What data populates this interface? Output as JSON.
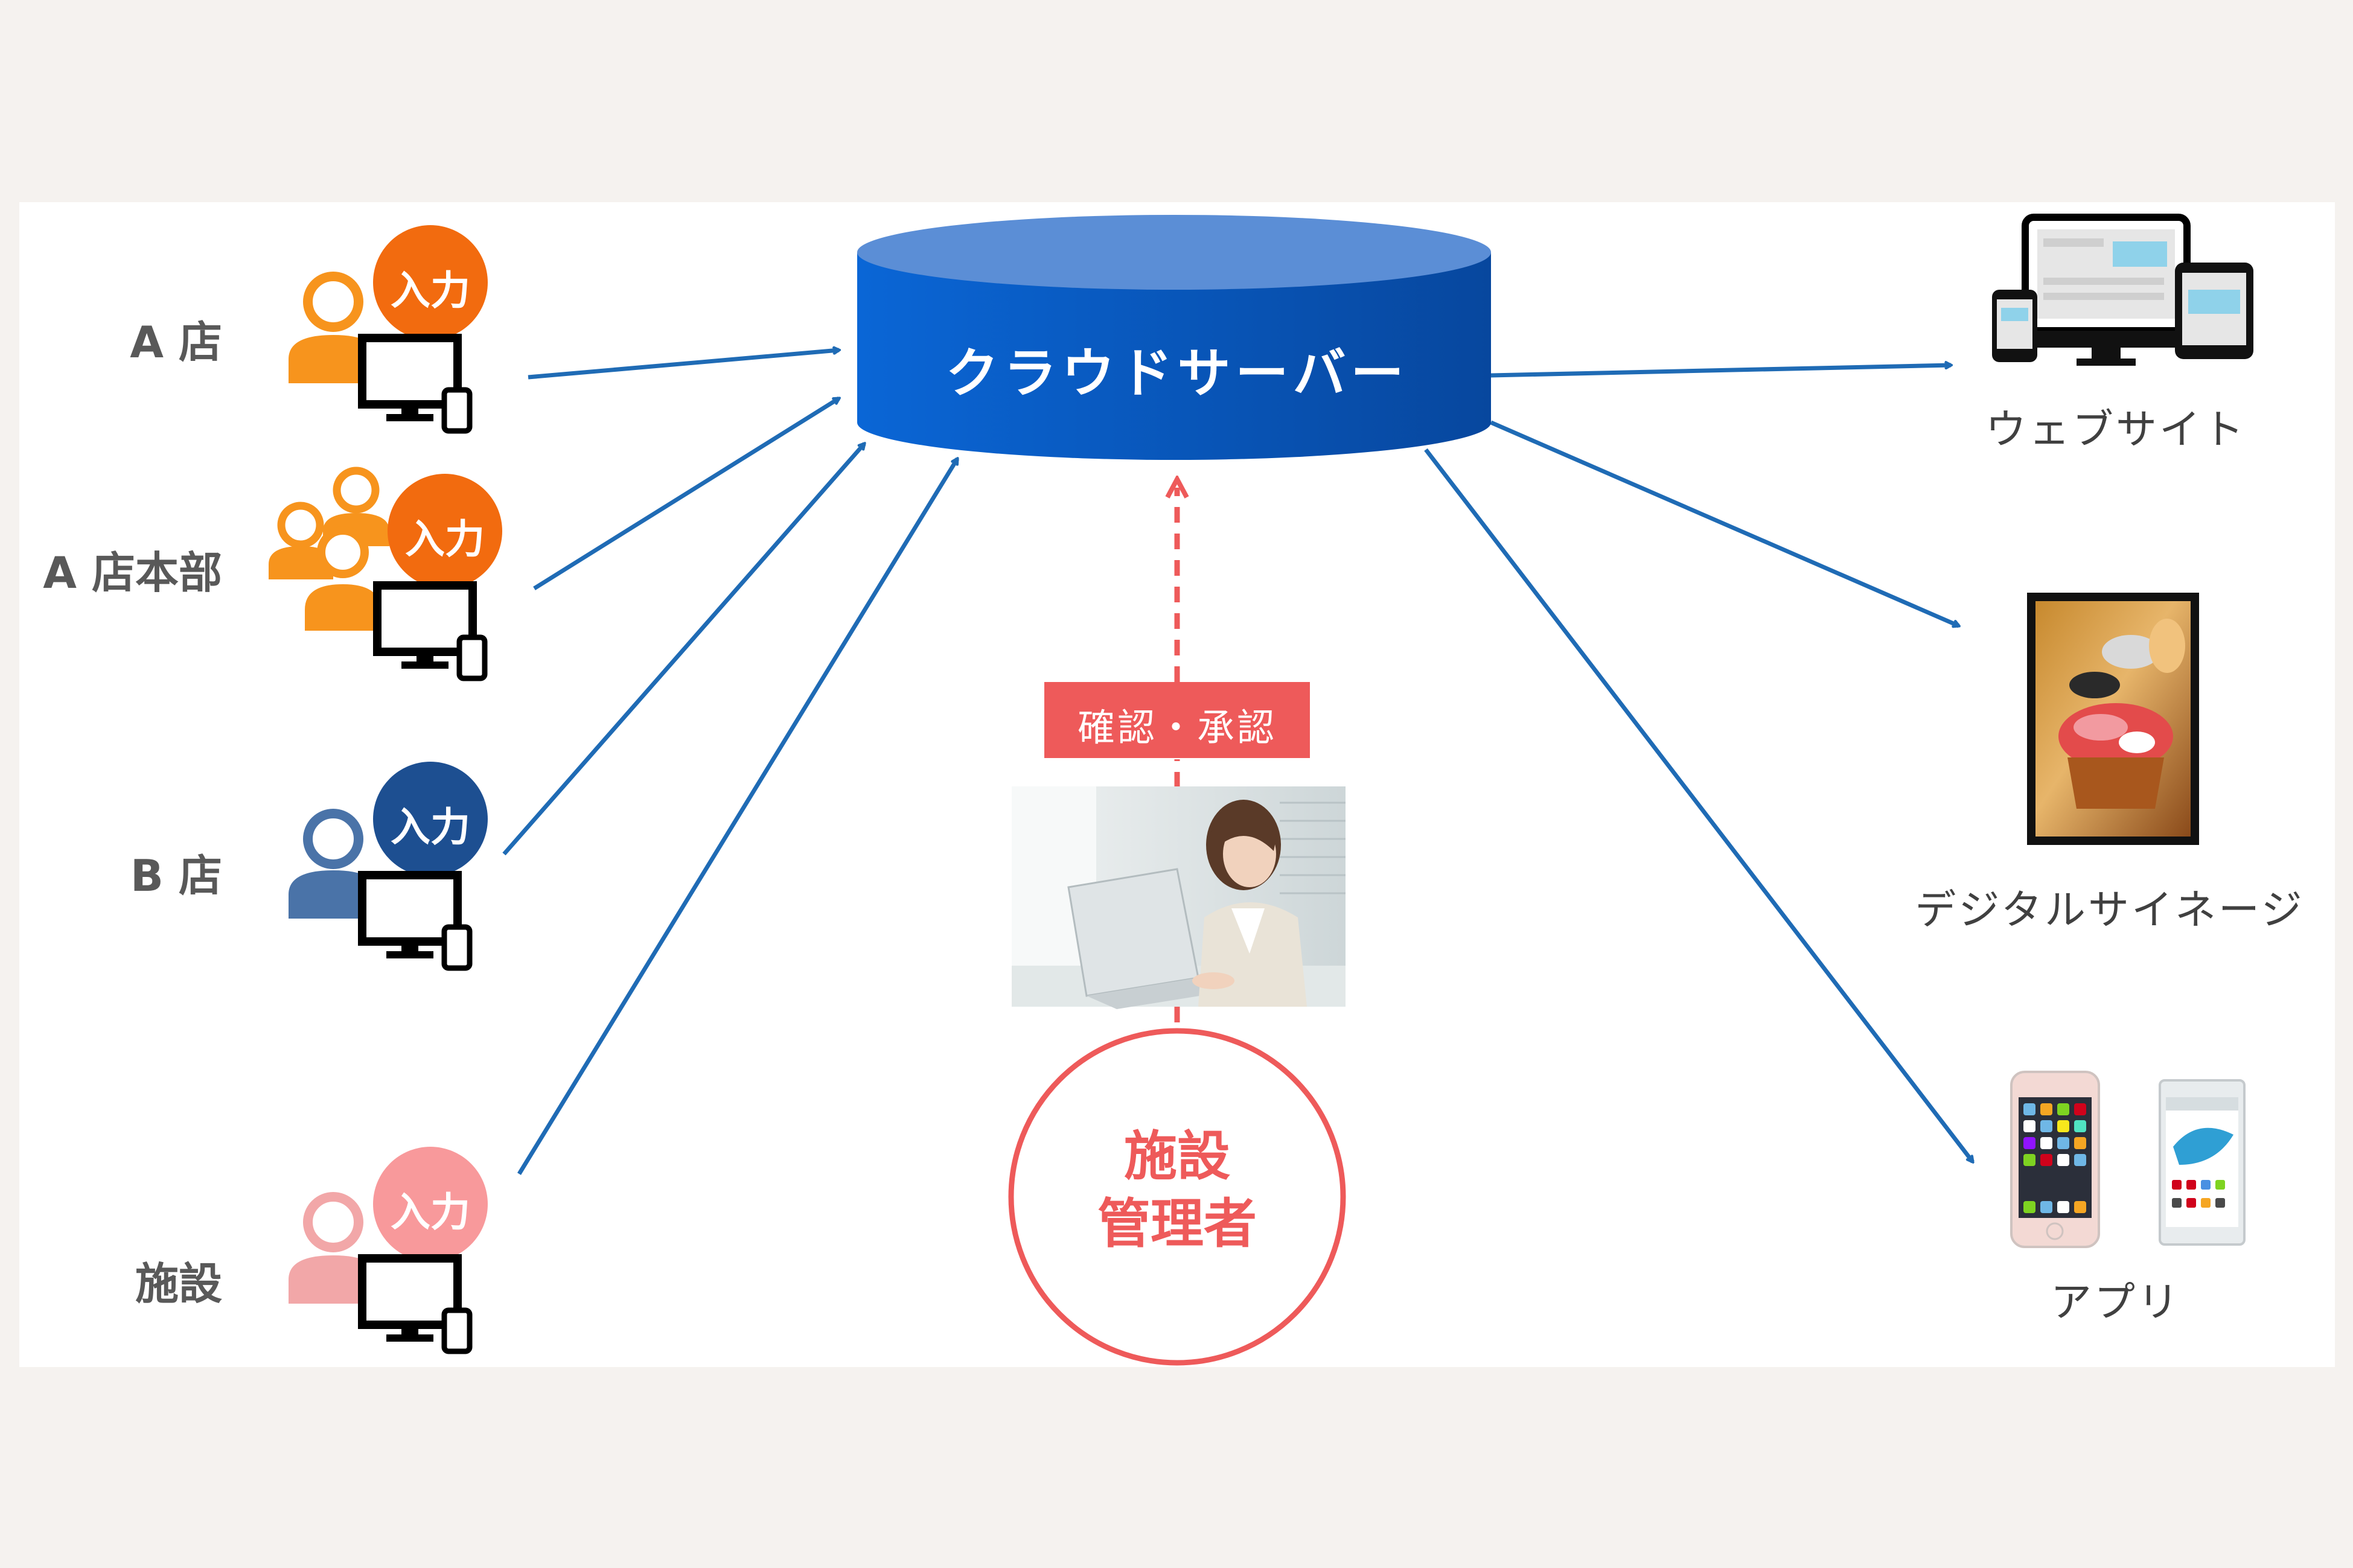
{
  "stores": [
    {
      "label": "A 店",
      "badge": "入力",
      "badge_color": "#f26b0f",
      "person_color": "#f7941d"
    },
    {
      "label": "A 店本部",
      "badge": "入力",
      "badge_color": "#f26b0f",
      "person_color": "#f7941d"
    },
    {
      "label": "B 店",
      "badge": "入力",
      "badge_color": "#1d4f91",
      "person_color": "#4a73a8"
    },
    {
      "label": "施設",
      "badge": "入力",
      "badge_color": "#f8999b",
      "person_color": "#f2a7a8"
    }
  ],
  "server": {
    "title": "クラウドサーバー",
    "color_top": "#5b8ed6",
    "color_body": "#0a56c2"
  },
  "approval": {
    "label": "確認・承認",
    "color": "#ee5a5a"
  },
  "admin": {
    "label_line1": "施設",
    "label_line2": "管理者",
    "color": "#ee5a5a"
  },
  "outputs": [
    {
      "label": "ウェブサイト"
    },
    {
      "label": "デジタルサイネージ"
    },
    {
      "label": "アプリ"
    }
  ],
  "arrow_color": "#1f6bb5"
}
